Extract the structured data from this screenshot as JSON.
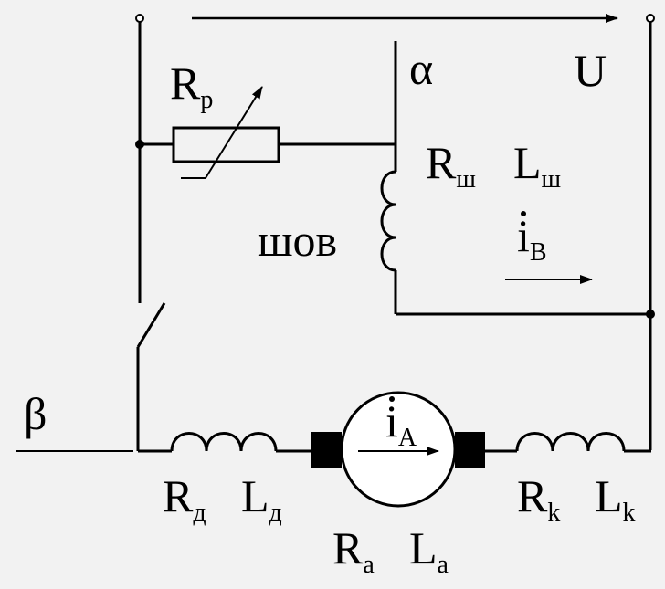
{
  "colors": {
    "background": "#f2f2f2",
    "ink": "#000000"
  },
  "labels": {
    "rp": {
      "main": "R",
      "sub": "р"
    },
    "alpha": "α",
    "u": "U",
    "rsh": {
      "main": "R",
      "sub": "ш"
    },
    "lsh": {
      "main": "L",
      "sub": "ш"
    },
    "shov": "шов",
    "ib": {
      "main": "i",
      "sub": "В"
    },
    "beta": "β",
    "ia": {
      "main": "i",
      "sub": "А"
    },
    "rd": {
      "main": "R",
      "sub": "д"
    },
    "ld": {
      "main": "L",
      "sub": "д"
    },
    "ra": {
      "main": "R",
      "sub": "а"
    },
    "la": {
      "main": "L",
      "sub": "а"
    },
    "rk": {
      "main": "R",
      "sub": "k"
    },
    "lk": {
      "main": "L",
      "sub": "k"
    }
  }
}
